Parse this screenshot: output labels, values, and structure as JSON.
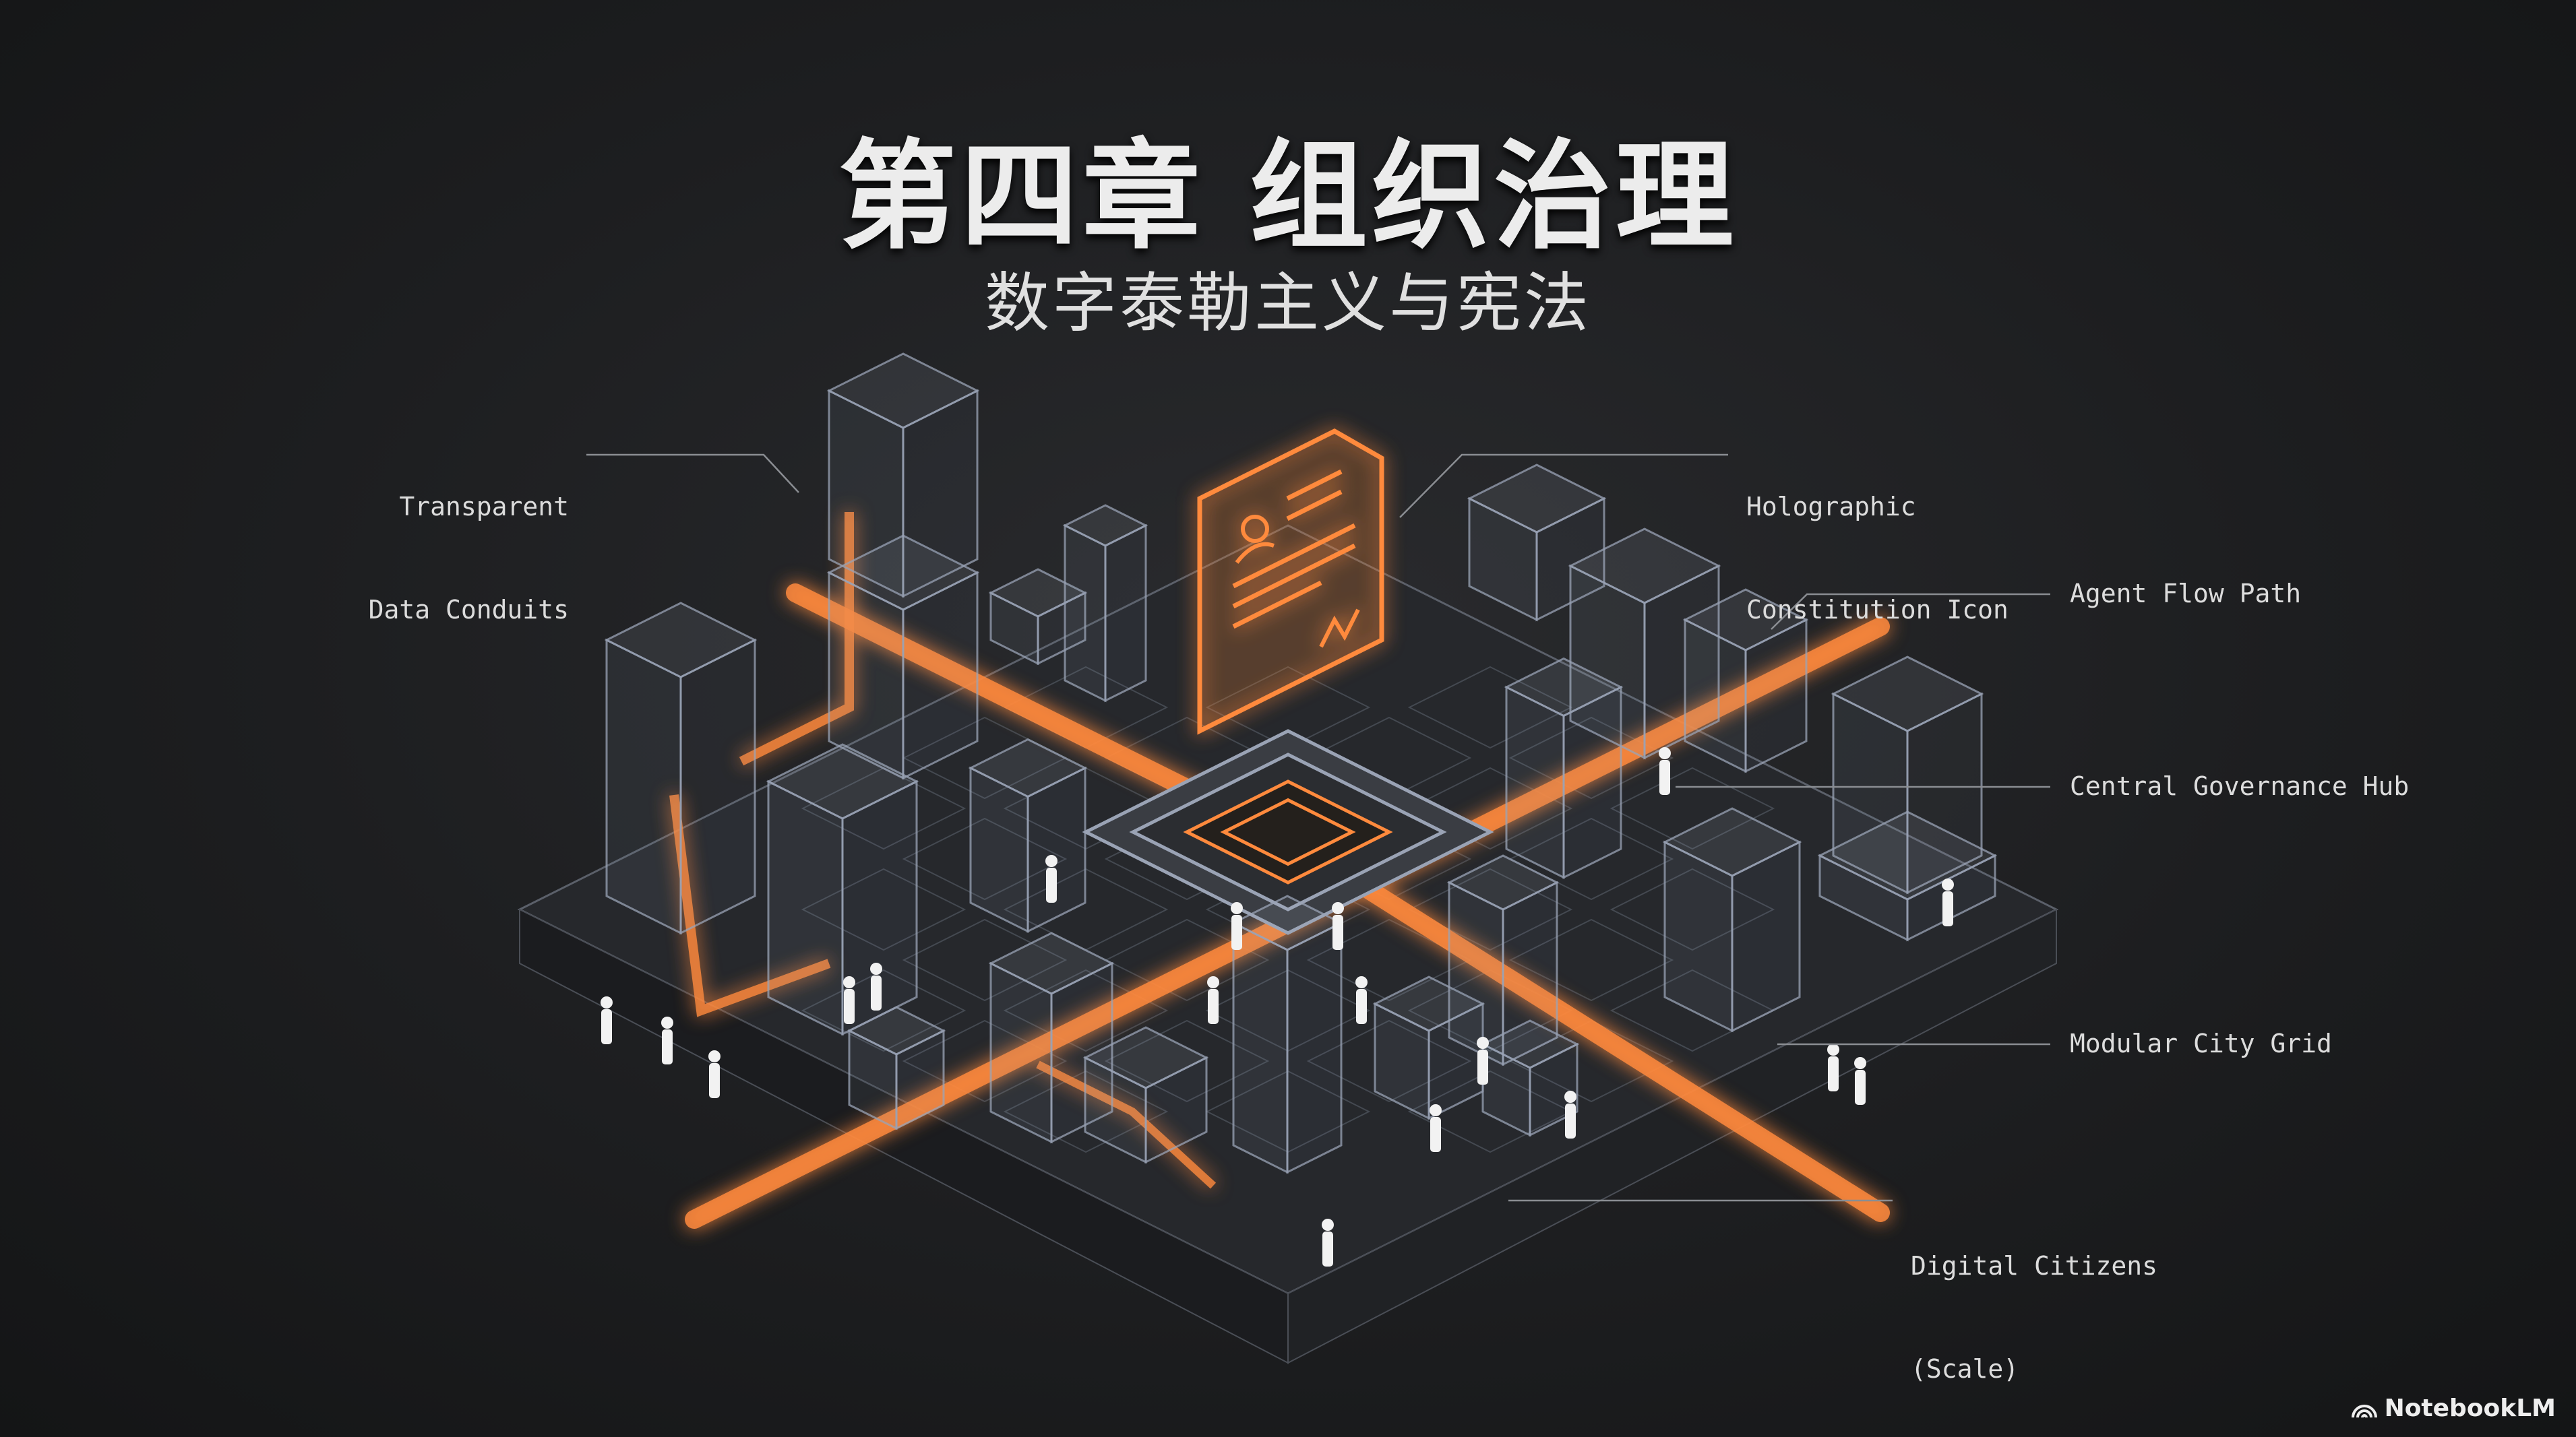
{
  "title": "第四章 组织治理",
  "subtitle": "数字泰勒主义与宪法",
  "labels": {
    "data_conduits": [
      "Transparent",
      "Data Conduits"
    ],
    "constitution_icon": [
      "Holographic",
      "Constitution Icon"
    ],
    "agent_flow": "Agent Flow Path",
    "governance_hub": "Central Governance Hub",
    "city_grid": "Modular City Grid",
    "digital_citizens": [
      "Digital Citizens",
      "(Scale)"
    ]
  },
  "brand": {
    "name": "NotebookLM",
    "icon": "notebooklm-logo-icon"
  },
  "colors": {
    "accent": "#ff8a3d",
    "background": "#1d1e20",
    "wireframe": "#9aa3b5",
    "text": "#e8e8e8"
  }
}
